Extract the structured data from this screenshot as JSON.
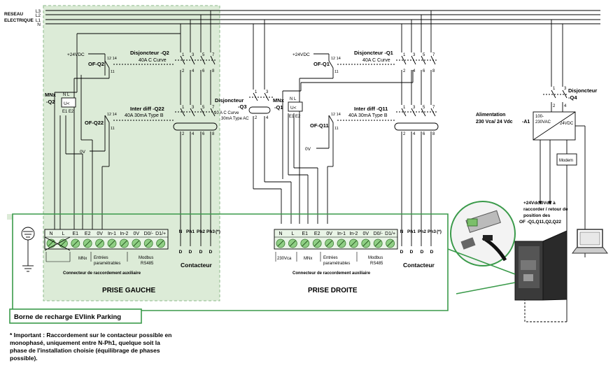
{
  "network": {
    "title_line1": "RESEAU",
    "title_line2": "ELECTRIQUE",
    "phases": [
      "L3",
      "L2",
      "L1",
      "N"
    ]
  },
  "left_side": {
    "breaker": {
      "title": "Disjoncteur -Q2",
      "spec": "40A  C Curve",
      "aux": "OF-Q2",
      "supply": "+24VDC"
    },
    "mnx": {
      "title": "MNx",
      "id": "-Q2"
    },
    "rcd": {
      "title": "Inter diff -Q22",
      "spec": "40A 30mA Type B",
      "aux": "OF-Q22",
      "supply": "0V"
    }
  },
  "middle": {
    "breaker": {
      "title": "Disjoncteur",
      "id": "-Q3",
      "spec1": "10 A C Curve",
      "spec2": "30mA Type AC"
    }
  },
  "right_side": {
    "breaker": {
      "title": "Disjoncteur -Q1",
      "spec": "40A  C Curve",
      "aux": "OF-Q1",
      "supply": "+24VDC"
    },
    "mnx": {
      "title": "MNx",
      "id": "-Q1"
    },
    "rcd": {
      "title": "Inter diff -Q11",
      "spec": "40A 30mA Type B",
      "aux": "OF-Q11",
      "supply": "0V"
    }
  },
  "q4": {
    "title": "Disjoncteur",
    "id": "-Q4"
  },
  "power_supply": {
    "title": "Alimentation",
    "spec": "230 Vca/ 24 Vdc",
    "ref": "-A1",
    "in_label1": "100-",
    "in_label2": "230VAC",
    "out_label": "24VDC",
    "modem": "Modem"
  },
  "feedback_note": {
    "line1": "+24Vdc 0Vdc à",
    "line2": "raccorder / retour de",
    "line3": "position des",
    "line4": "OF -Q1,Q11,Q2,Q22"
  },
  "left_connector": {
    "terminals": [
      "N",
      "L",
      "E1",
      "E2",
      "0V",
      "In-1",
      "In-2",
      "0V",
      "D0/-",
      "D1/+"
    ],
    "group_mnx": "MNx",
    "group_inputs1": "Entrées",
    "group_inputs2": "paramétrables",
    "group_modbus1": "Modbus",
    "group_modbus2": "RS485",
    "caption": "Connecteur de raccordement auxiliaire",
    "contactor_terminals": [
      "N",
      "Ph1",
      "Ph2",
      "Ph3",
      "(*)"
    ],
    "contactor_caption": "Contacteur",
    "title": "PRISE GAUCHE"
  },
  "right_connector": {
    "terminals": [
      "N",
      "L",
      "E1",
      "E2",
      "0V",
      "In-1",
      "In-2",
      "0V",
      "D0/-",
      "D1/+"
    ],
    "group_230": "230Vca",
    "group_mnx": "MNx",
    "group_inputs1": "Entrées",
    "group_inputs2": "paramétrables",
    "group_modbus1": "Modbus",
    "group_modbus2": "RS485",
    "caption": "Connecteur de raccordement auxiliaire",
    "contactor_terminals": [
      "N",
      "Ph1",
      "Ph2",
      "Ph3",
      "(*)"
    ],
    "contactor_caption": "Contacteur",
    "title": "PRISE DROITE"
  },
  "device_box": {
    "label": "Borne de recharge EVlink Parking"
  },
  "footnote": {
    "line1": "* Important : Raccordement sur le contacteur possible en",
    "line2": "monophasé, uniquement entre N-Ph1, quelque soit la",
    "line3": "phase de l'installation choisie (équilibrage de phases",
    "line4": "possible)."
  },
  "colors": {
    "frame_green": "#3a9a4a",
    "shade_green": "#dcebd7",
    "terminal_green": "#8fcf84",
    "wire": "#000000"
  }
}
